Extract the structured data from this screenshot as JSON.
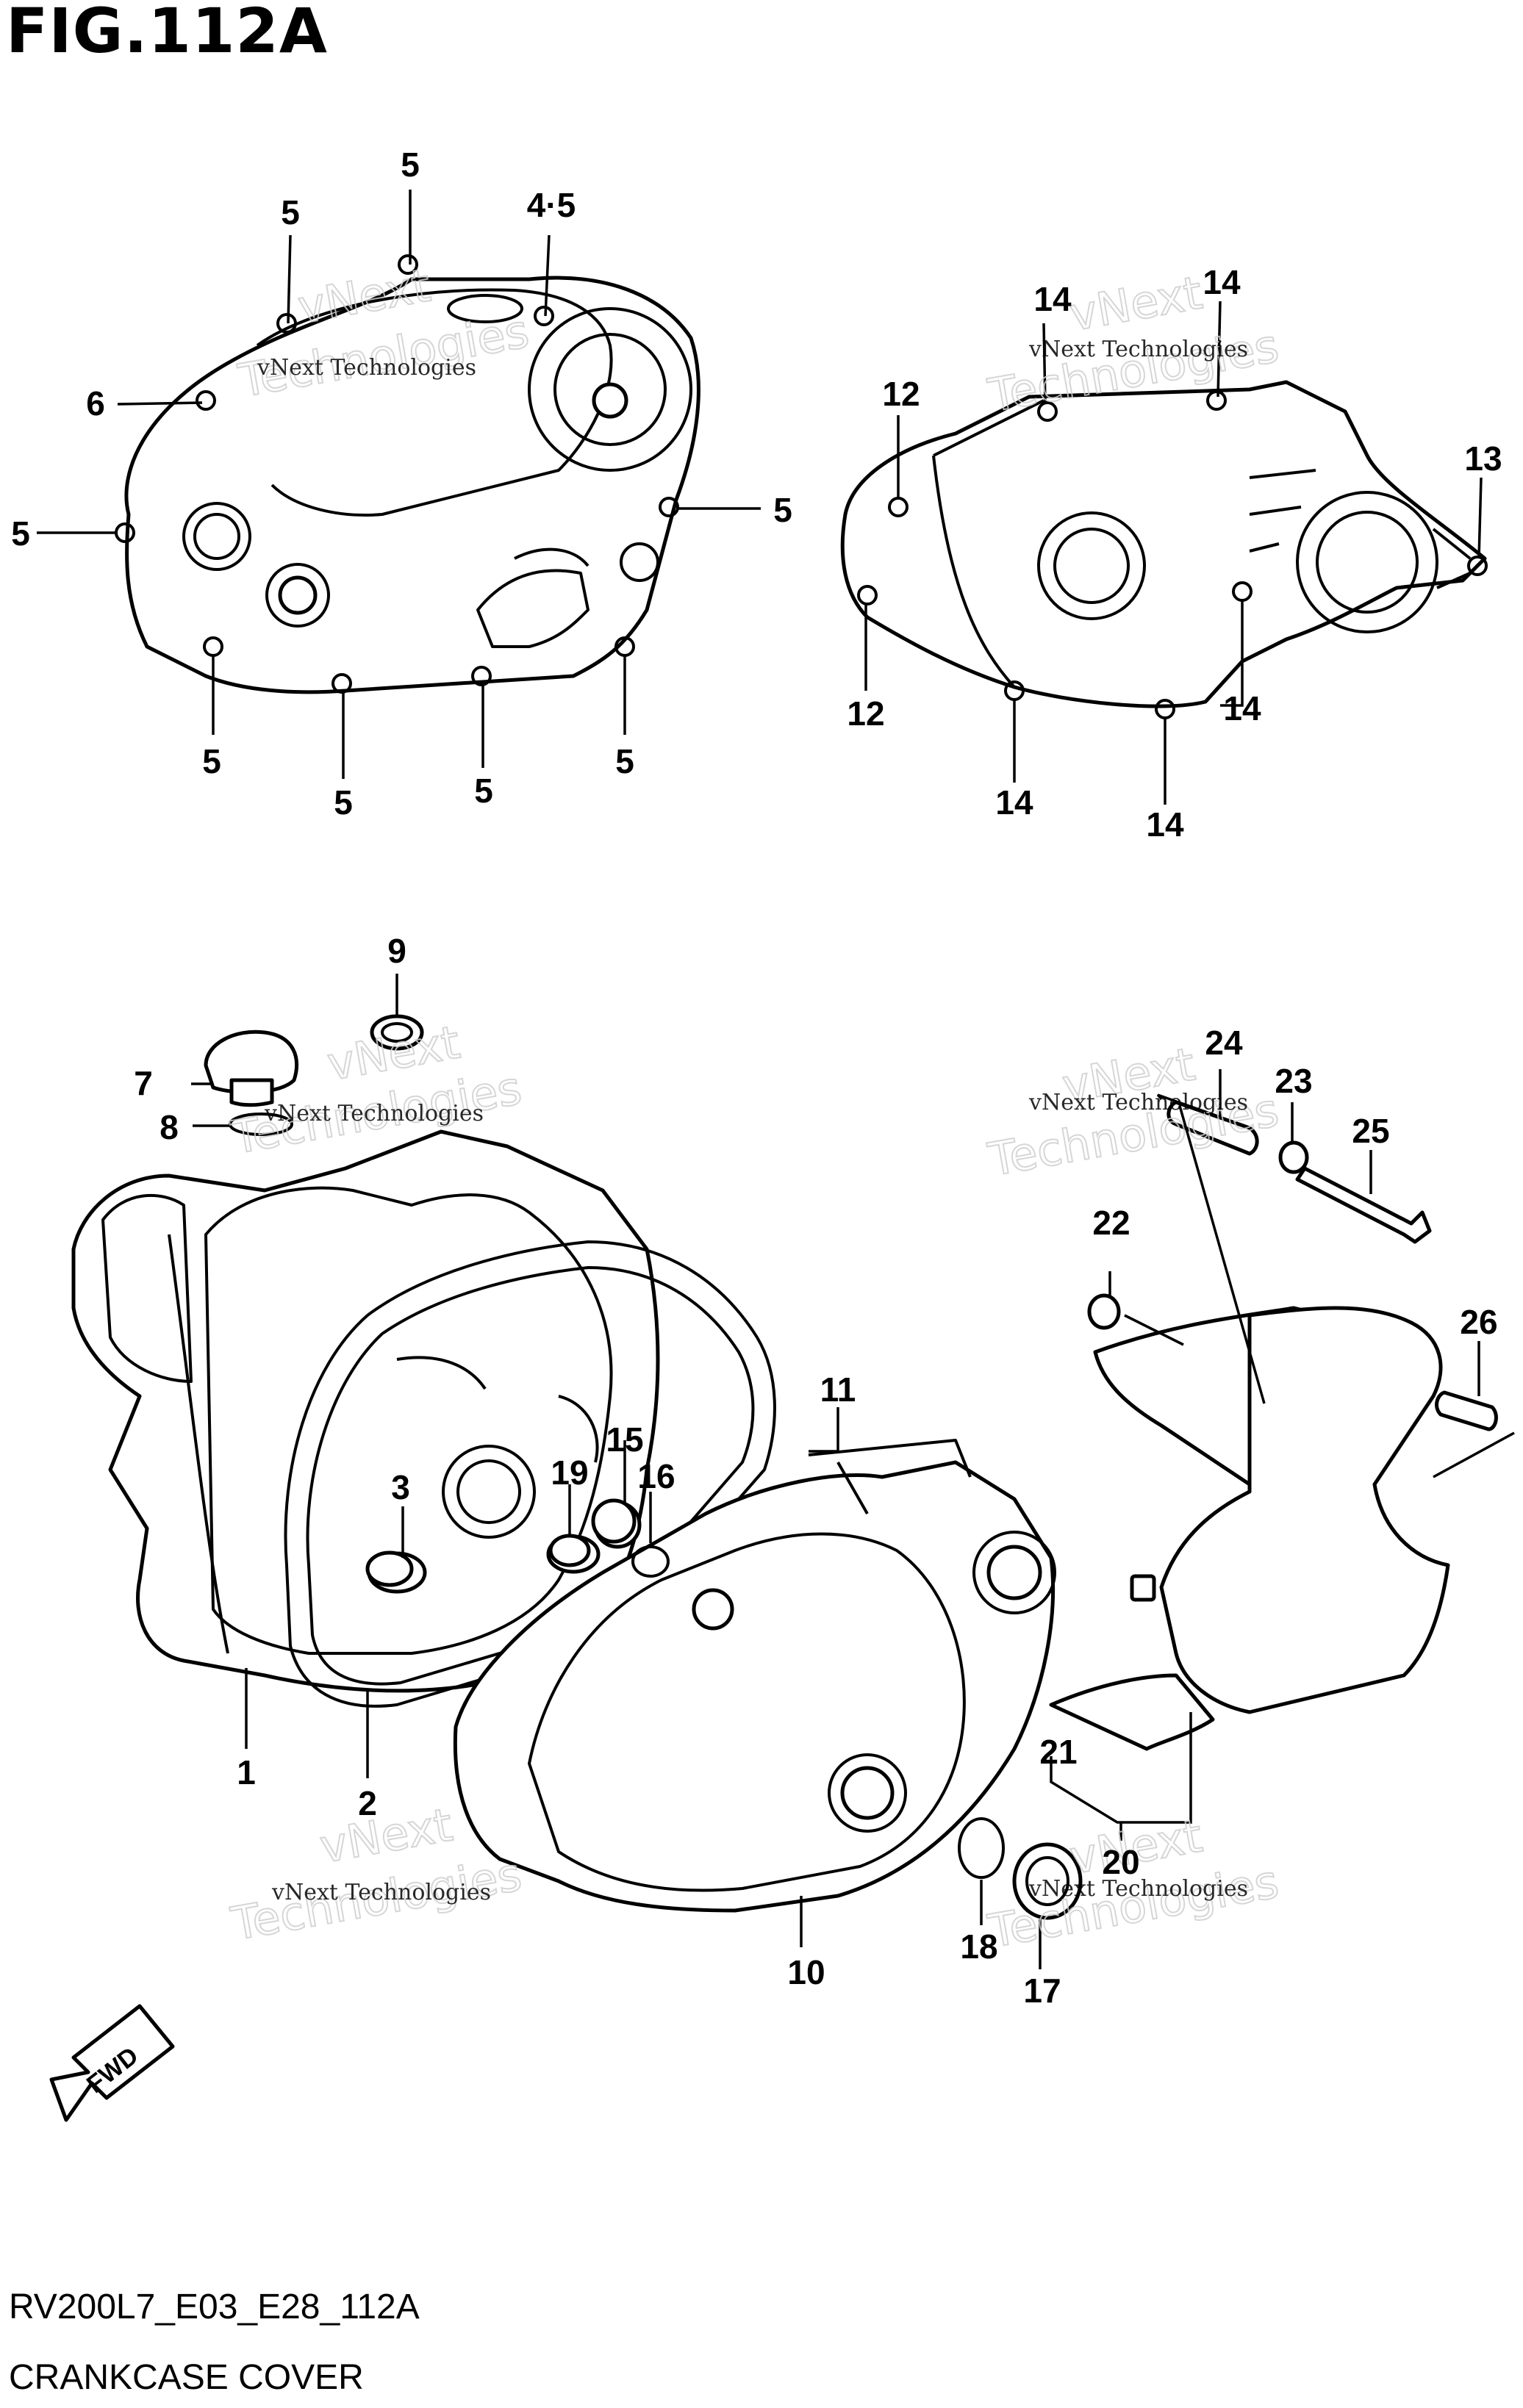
{
  "figure": {
    "title": "FIG.112A"
  },
  "footer": {
    "code": "RV200L7_E03_E28_112A",
    "name": "CRANKCASE COVER"
  },
  "fwd_label": "FWD",
  "watermark": {
    "line1": "vNext Technologies",
    "line2": "Technologies",
    "line3": "vNext"
  },
  "callouts": {
    "c1": "1",
    "c2": "2",
    "c3": "3",
    "c4_5": "4·5",
    "c5": "5",
    "c6": "6",
    "c7": "7",
    "c8": "8",
    "c9": "9",
    "c10": "10",
    "c11": "11",
    "c12": "12",
    "c13": "13",
    "c14": "14",
    "c15": "15",
    "c16": "16",
    "c17": "17",
    "c18": "18",
    "c19": "19",
    "c20": "20",
    "c21": "21",
    "c22": "22",
    "c23": "23",
    "c24": "24",
    "c25": "25",
    "c26": "26"
  }
}
